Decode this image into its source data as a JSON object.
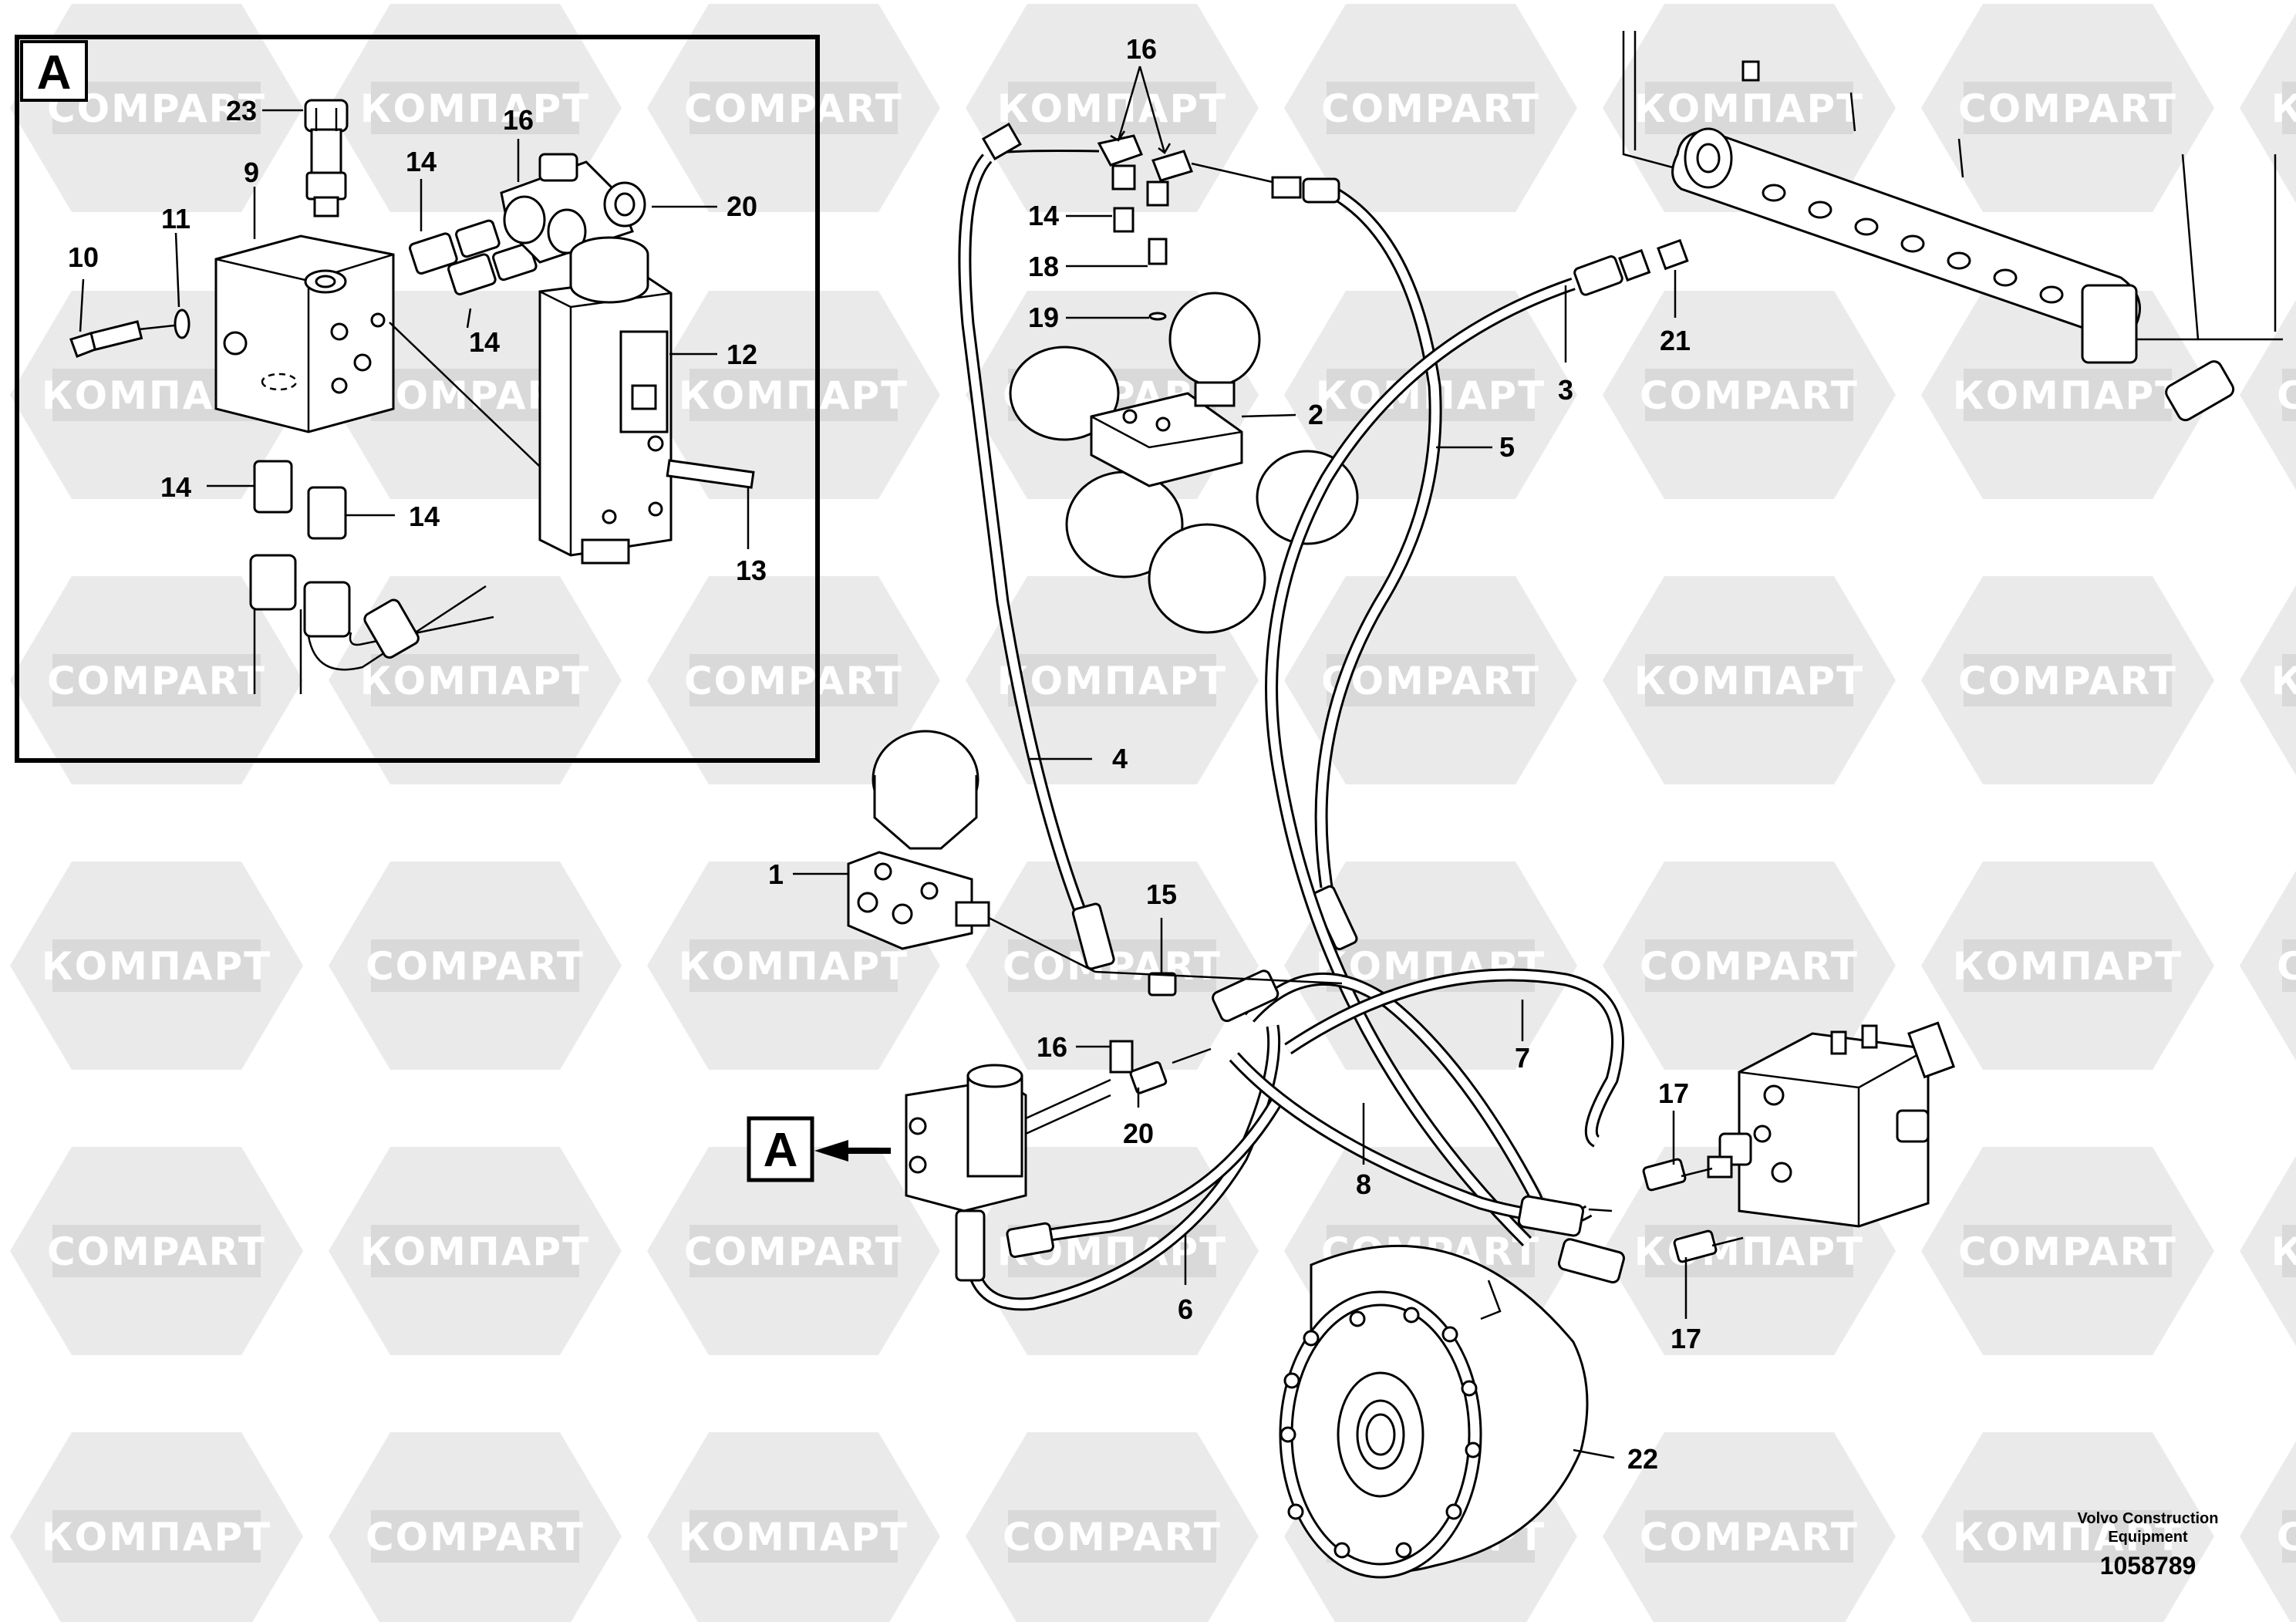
{
  "detail": {
    "letter": "A"
  },
  "view_reference": {
    "letter": "A"
  },
  "watermarks": [
    "КОМПАРТ",
    "COMPART"
  ],
  "callouts": [
    {
      "id": "c23",
      "text": "23"
    },
    {
      "id": "c9",
      "text": "9"
    },
    {
      "id": "c11",
      "text": "11"
    },
    {
      "id": "c10",
      "text": "10"
    },
    {
      "id": "c14a",
      "text": "14"
    },
    {
      "id": "c16a",
      "text": "16"
    },
    {
      "id": "c20a",
      "text": "20"
    },
    {
      "id": "c14b",
      "text": "14"
    },
    {
      "id": "c12",
      "text": "12"
    },
    {
      "id": "c14c",
      "text": "14"
    },
    {
      "id": "c14d",
      "text": "14"
    },
    {
      "id": "c13",
      "text": "13"
    },
    {
      "id": "c16b",
      "text": "16"
    },
    {
      "id": "c14e",
      "text": "14"
    },
    {
      "id": "c18",
      "text": "18"
    },
    {
      "id": "c19",
      "text": "19"
    },
    {
      "id": "c2",
      "text": "2"
    },
    {
      "id": "c21",
      "text": "21"
    },
    {
      "id": "c3",
      "text": "3"
    },
    {
      "id": "c5",
      "text": "5"
    },
    {
      "id": "c4",
      "text": "4"
    },
    {
      "id": "c1",
      "text": "1"
    },
    {
      "id": "c15",
      "text": "15"
    },
    {
      "id": "c16c",
      "text": "16"
    },
    {
      "id": "c20b",
      "text": "20"
    },
    {
      "id": "c7",
      "text": "7"
    },
    {
      "id": "c17a",
      "text": "17"
    },
    {
      "id": "c8",
      "text": "8"
    },
    {
      "id": "c6",
      "text": "6"
    },
    {
      "id": "c17b",
      "text": "17"
    },
    {
      "id": "c22",
      "text": "22"
    }
  ],
  "credit": {
    "company": "Volvo Construction",
    "company_line2": "Equipment",
    "drawing_number": "1058789"
  },
  "colors": {
    "watermark": "#d9d9d9",
    "ink": "#000000",
    "paper": "#ffffff"
  }
}
